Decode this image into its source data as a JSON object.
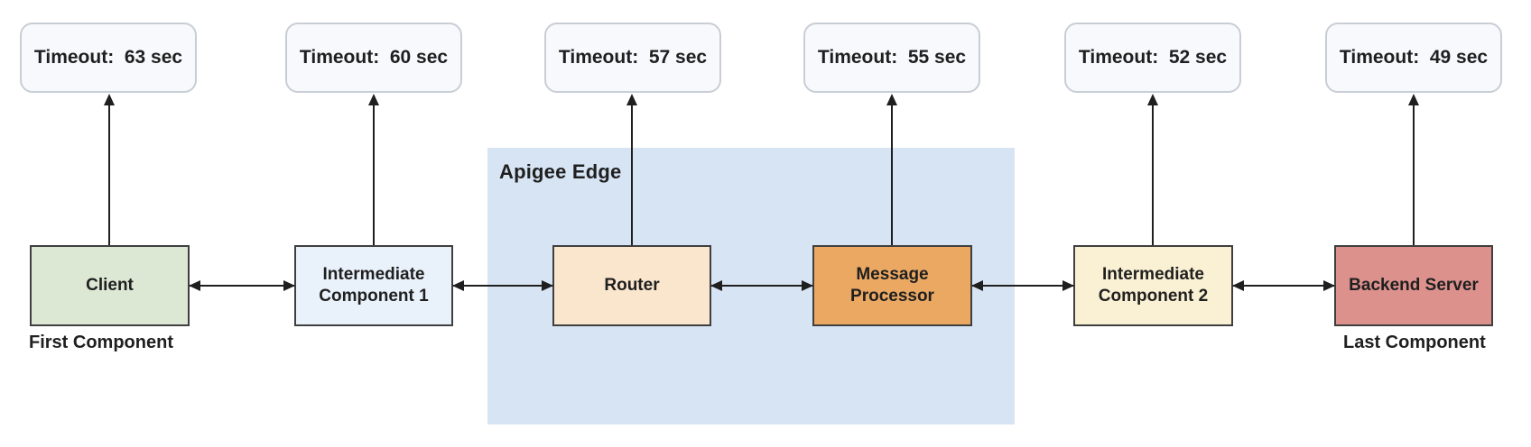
{
  "region": {
    "label": "Apigee Edge",
    "fill": "#D7E4F3"
  },
  "captions": {
    "first": "First Component",
    "last": "Last Component"
  },
  "columns": [
    {
      "id": "client",
      "name": "Client",
      "timeout_label": "Timeout:  63 sec",
      "timeout_seconds": 63,
      "fill": "#DCE8D4"
    },
    {
      "id": "intermediate-component-1",
      "name": "Intermediate Component 1",
      "timeout_label": "Timeout:  60 sec",
      "timeout_seconds": 60,
      "fill": "#E9F1FB"
    },
    {
      "id": "router",
      "name": "Router",
      "timeout_label": "Timeout:  57 sec",
      "timeout_seconds": 57,
      "fill": "#FAE5CD"
    },
    {
      "id": "message-processor",
      "name": "Message Processor",
      "timeout_label": "Timeout:  55 sec",
      "timeout_seconds": 55,
      "fill": "#EAA863"
    },
    {
      "id": "intermediate-component-2",
      "name": "Intermediate Component 2",
      "timeout_label": "Timeout:  52 sec",
      "timeout_seconds": 52,
      "fill": "#FAF0D3"
    },
    {
      "id": "backend-server",
      "name": "Backend Server",
      "timeout_label": "Timeout:  49 sec",
      "timeout_seconds": 49,
      "fill": "#DC918D"
    }
  ],
  "colors": {
    "arrow": "#1f1f1f",
    "box_border": "#3F3F3F",
    "pill_fill": "#F7F9FC",
    "pill_border": "#C9CED6",
    "text": "#1f1f1f"
  }
}
